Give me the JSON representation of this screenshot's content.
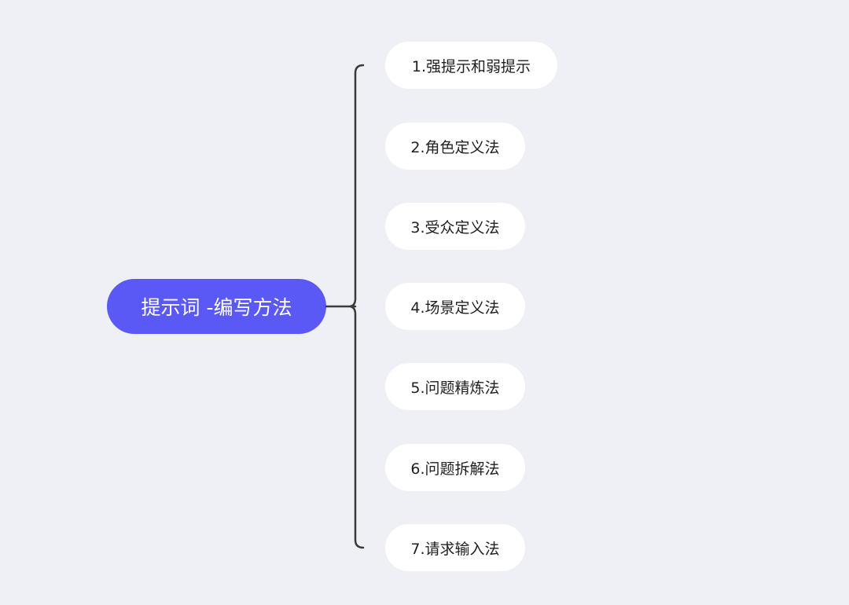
{
  "root": {
    "label": "提示词 -编写方法"
  },
  "children": [
    {
      "label": "1.强提示和弱提示"
    },
    {
      "label": "2.角色定义法"
    },
    {
      "label": "3.受众定义法"
    },
    {
      "label": "4.场景定义法"
    },
    {
      "label": "5.问题精炼法"
    },
    {
      "label": "6.问题拆解法"
    },
    {
      "label": "7.请求输入法"
    }
  ],
  "colors": {
    "background": "#eff0f5",
    "root_fill": "#5b59f5",
    "root_text": "#ffffff",
    "child_fill": "#ffffff",
    "child_text": "#1f1f1f",
    "connector": "#3a3a3a"
  }
}
